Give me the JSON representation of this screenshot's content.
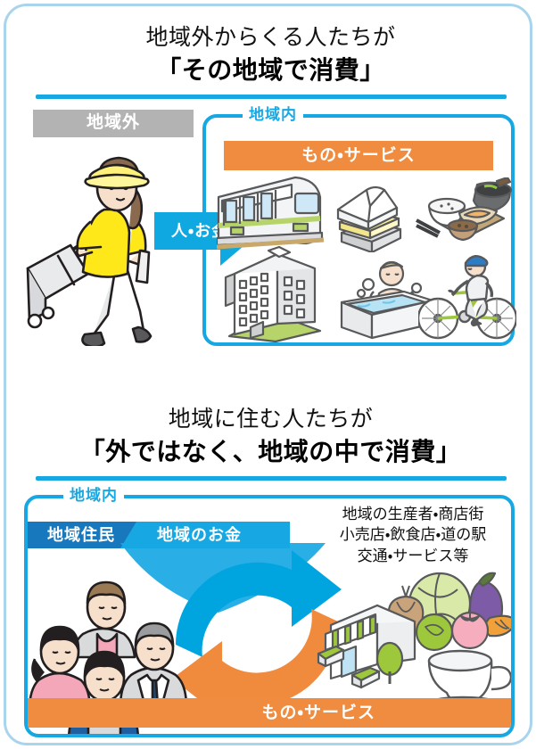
{
  "meta": {
    "language": "ja",
    "colors": {
      "frame_border": "#a9d4ee",
      "cyan": "#17A8E3",
      "cyan_bright": "#00A5E0",
      "orange": "#EF8C3F",
      "gray_label": "#b3b3b3",
      "dark_blue_tag": "#1878BE",
      "text": "#111111"
    }
  },
  "section_outside": {
    "title_line1": "地域外からくる人たちが",
    "title_line2": "「その地域で消費」",
    "outside_label": "地域外",
    "inside_label": "地域内",
    "goods_services_banner": "もの・サービス",
    "flow_arrow_label": "人・お金",
    "illustrations": [
      {
        "name": "traveler-woman-with-suitcase",
        "caption": ""
      },
      {
        "name": "train",
        "caption": ""
      },
      {
        "name": "folded-clothes",
        "caption": ""
      },
      {
        "name": "japanese-meal",
        "caption": ""
      },
      {
        "name": "hotel-building",
        "caption": ""
      },
      {
        "name": "hot-spring-bath",
        "caption": ""
      },
      {
        "name": "cyclist",
        "caption": ""
      }
    ]
  },
  "section_inside": {
    "title_line1": "地域に住む人たちが",
    "title_line2": "「外ではなく、地域の中で消費」",
    "inside_label": "地域内",
    "residents_tag": "地域住民",
    "money_tag": "地域のお金",
    "goods_services_banner": "もの・サービス",
    "right_text_lines": [
      "地域の生産者・商店街",
      "小売店・飲食店・道の駅",
      "交通・サービス等"
    ],
    "illustrations": [
      {
        "name": "local-residents-family",
        "caption": ""
      },
      {
        "name": "local-shop",
        "caption": ""
      },
      {
        "name": "vegetables",
        "caption": ""
      },
      {
        "name": "coffee-cup",
        "caption": ""
      },
      {
        "name": "money-cycle-arrows",
        "caption": ""
      }
    ]
  }
}
